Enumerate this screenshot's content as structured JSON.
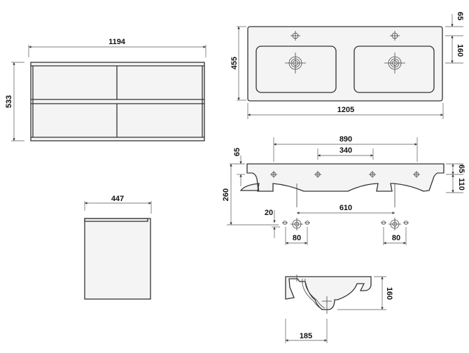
{
  "drawing": {
    "cabinet_front": {
      "width_label": "1194",
      "height_label": "533"
    },
    "cabinet_side": {
      "depth_label": "447"
    },
    "basin_top": {
      "width_label": "1205",
      "depth_label": "455",
      "tap_offset_label": "65",
      "drain_offset_label": "160"
    },
    "basin_front": {
      "tap_span_outer_label": "890",
      "tap_span_inner_label": "340",
      "top_thickness_label": "65",
      "height_total_label": "260",
      "right_top_label": "65",
      "right_lower_label": "110",
      "drain_spacing_label": "610",
      "drain_drop_label": "20",
      "waste_left_label": "80",
      "waste_right_label": "80"
    },
    "basin_section": {
      "height_label": "160",
      "drain_offset_label": "185"
    }
  }
}
